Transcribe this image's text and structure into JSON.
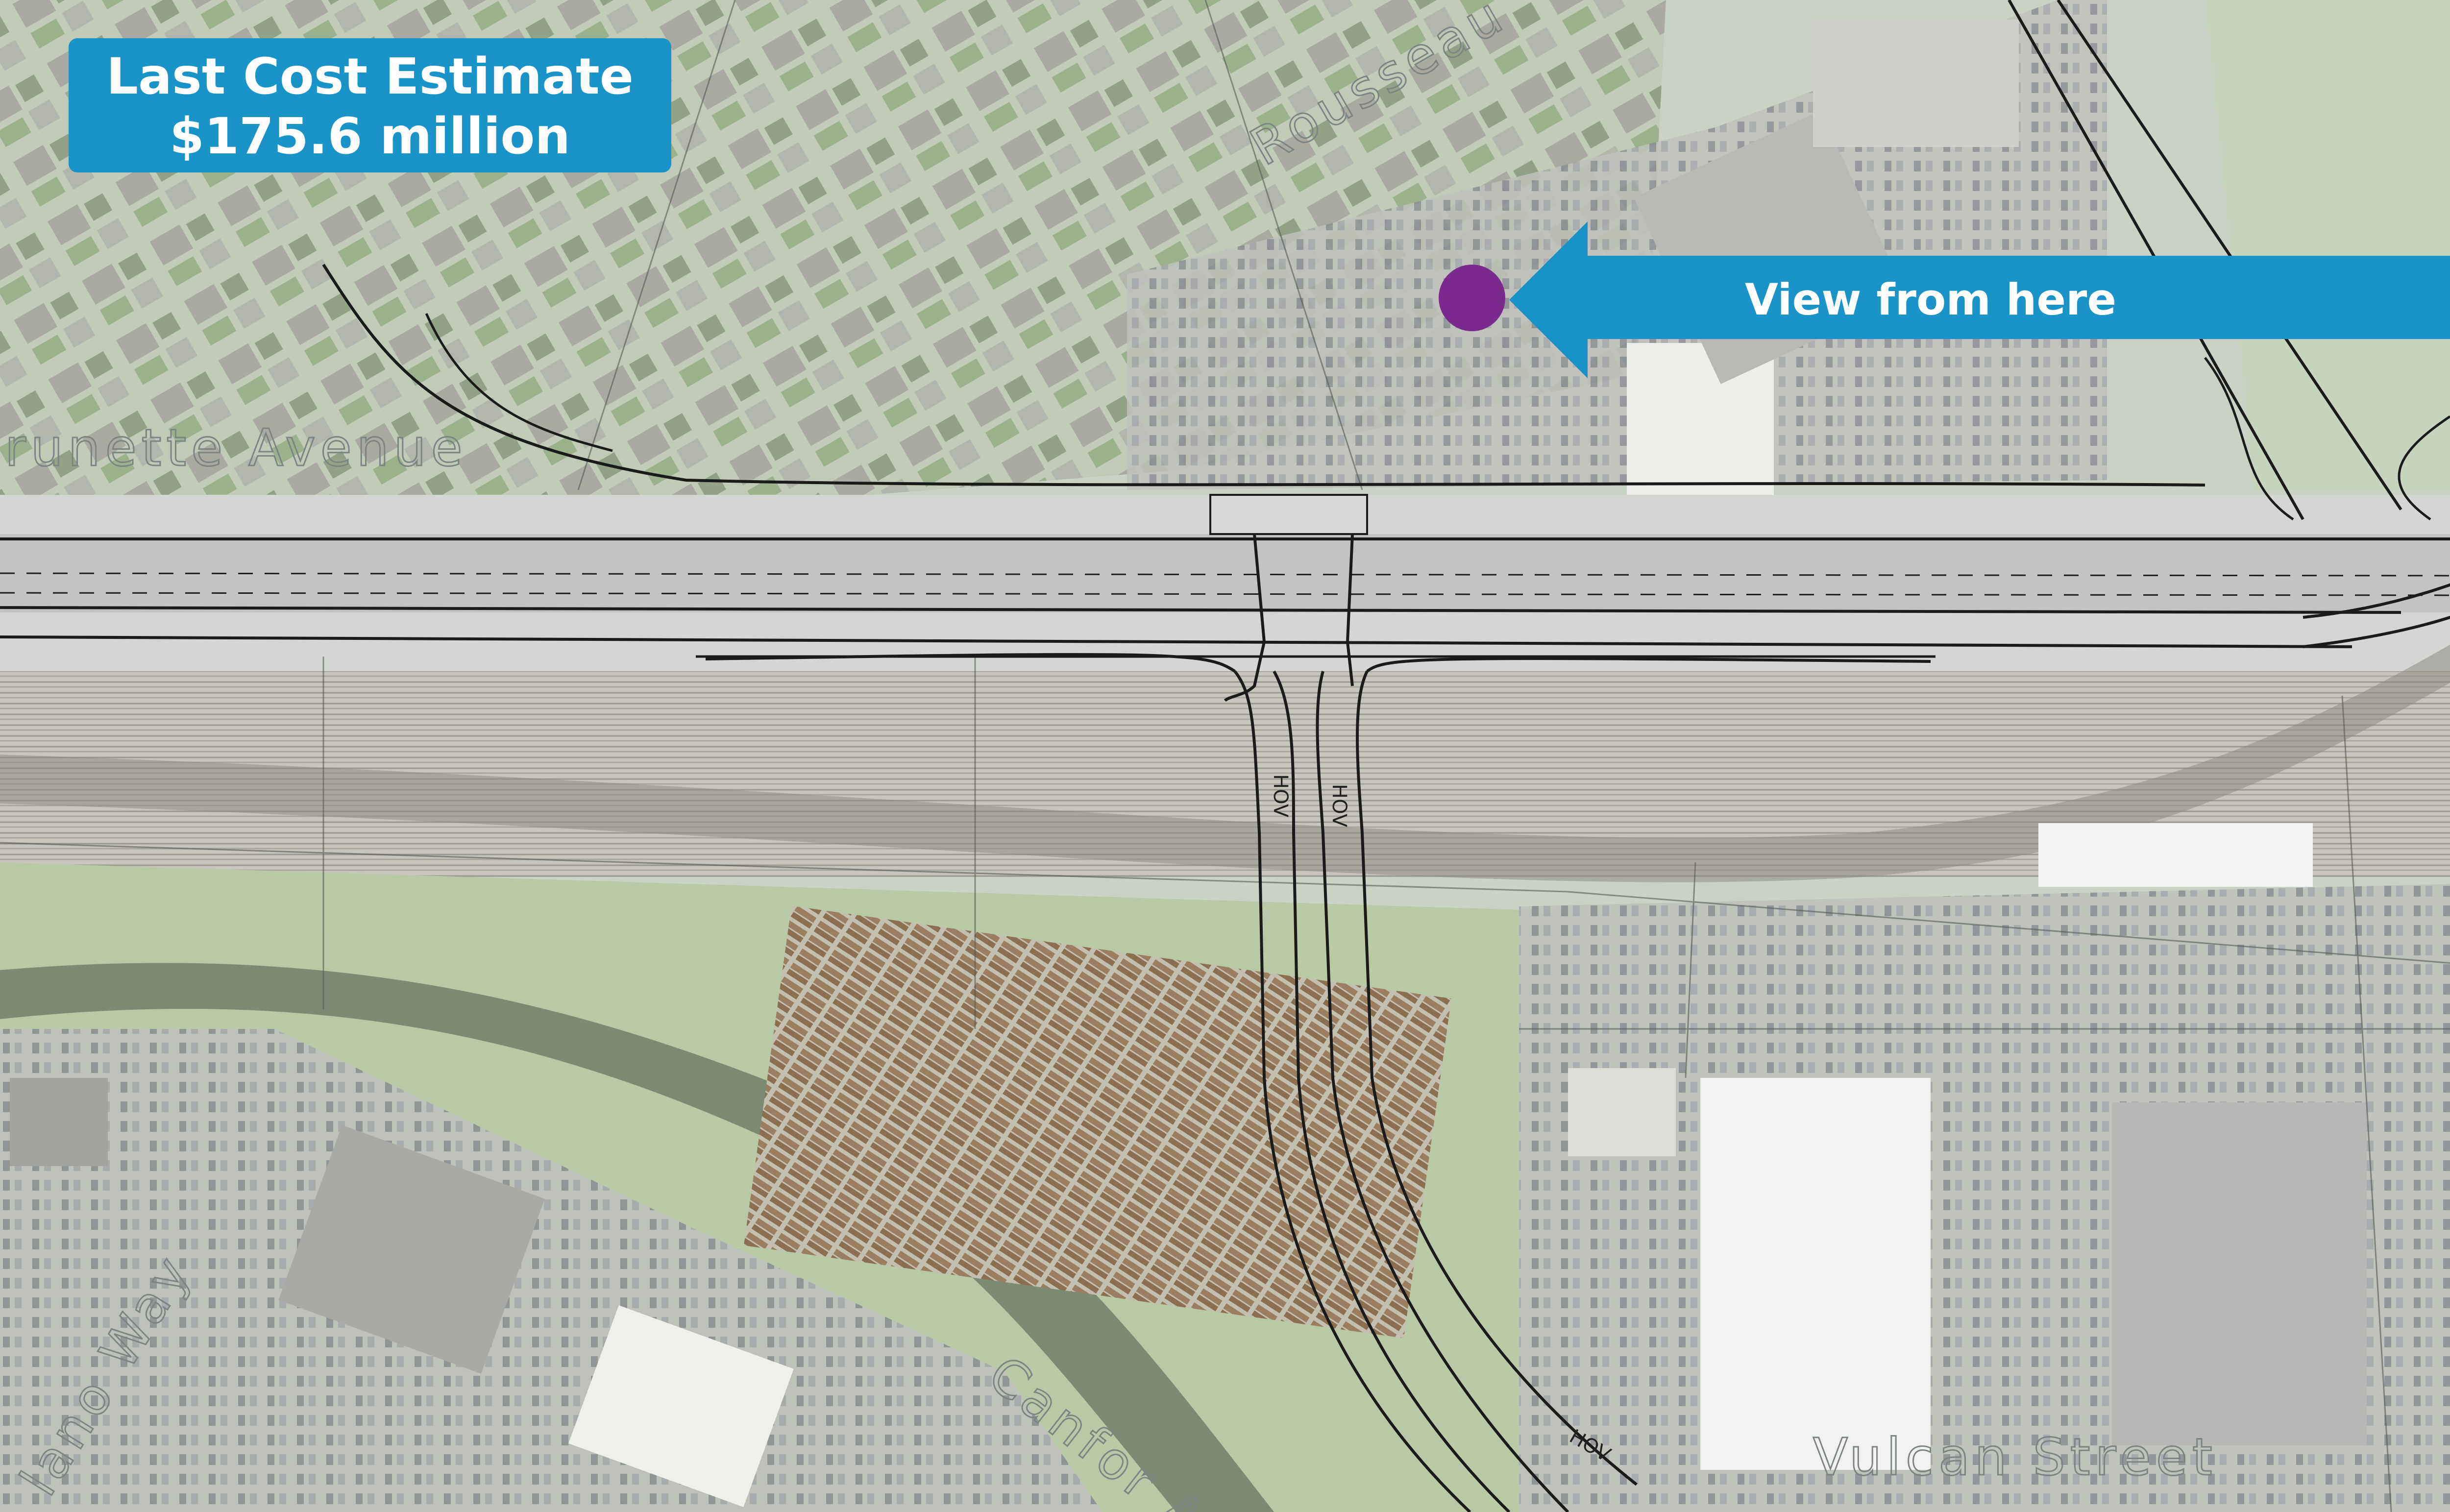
{
  "map": {
    "cost_box": {
      "line1": "Last Cost Estimate",
      "line2": "$175.6 million"
    },
    "viewpoint": {
      "label": "View from here",
      "marker_color": "#7a2a8f",
      "arrow_color": "#1a94c8"
    },
    "streets": {
      "brunette": "runette Avenue",
      "rousseau": "Rousseau",
      "vulcan": "Vulcan Street",
      "canfor": "Canfor A",
      "lano_way": "lano Way"
    },
    "lane_markings": {
      "hov": "HOV"
    },
    "colors": {
      "callout": "#1a94c8",
      "design_lines": "#1b1b1b",
      "aerial_base": "#c9d2c4"
    }
  }
}
